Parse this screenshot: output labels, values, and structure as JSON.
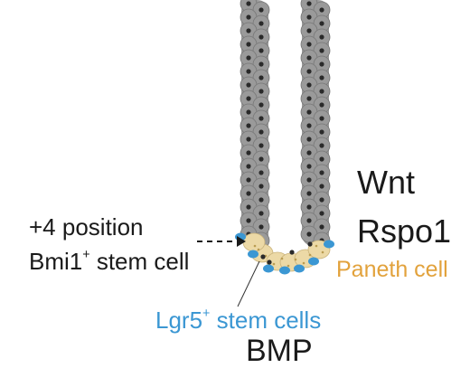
{
  "labels": {
    "wnt": "Wnt",
    "rspo1": "Rspo1",
    "plus4_position": "+4 position",
    "bmi1_prefix": "Bmi1",
    "bmi1_sup": "+",
    "bmi1_suffix": " stem cell",
    "paneth": "Paneth cell",
    "lgr5_prefix": "Lgr5",
    "lgr5_sup": "+",
    "lgr5_suffix": " stem cells",
    "bmp": "BMP"
  },
  "colors": {
    "wall_cell": "#9a9a9a",
    "wall_cell_edge": "#777777",
    "nucleus": "#2a2a2a",
    "paneth_fill": "#ecd9a6",
    "paneth_text": "#e2a23c",
    "lgr5_blue": "#3b97d3",
    "text": "#1a1a1a"
  }
}
